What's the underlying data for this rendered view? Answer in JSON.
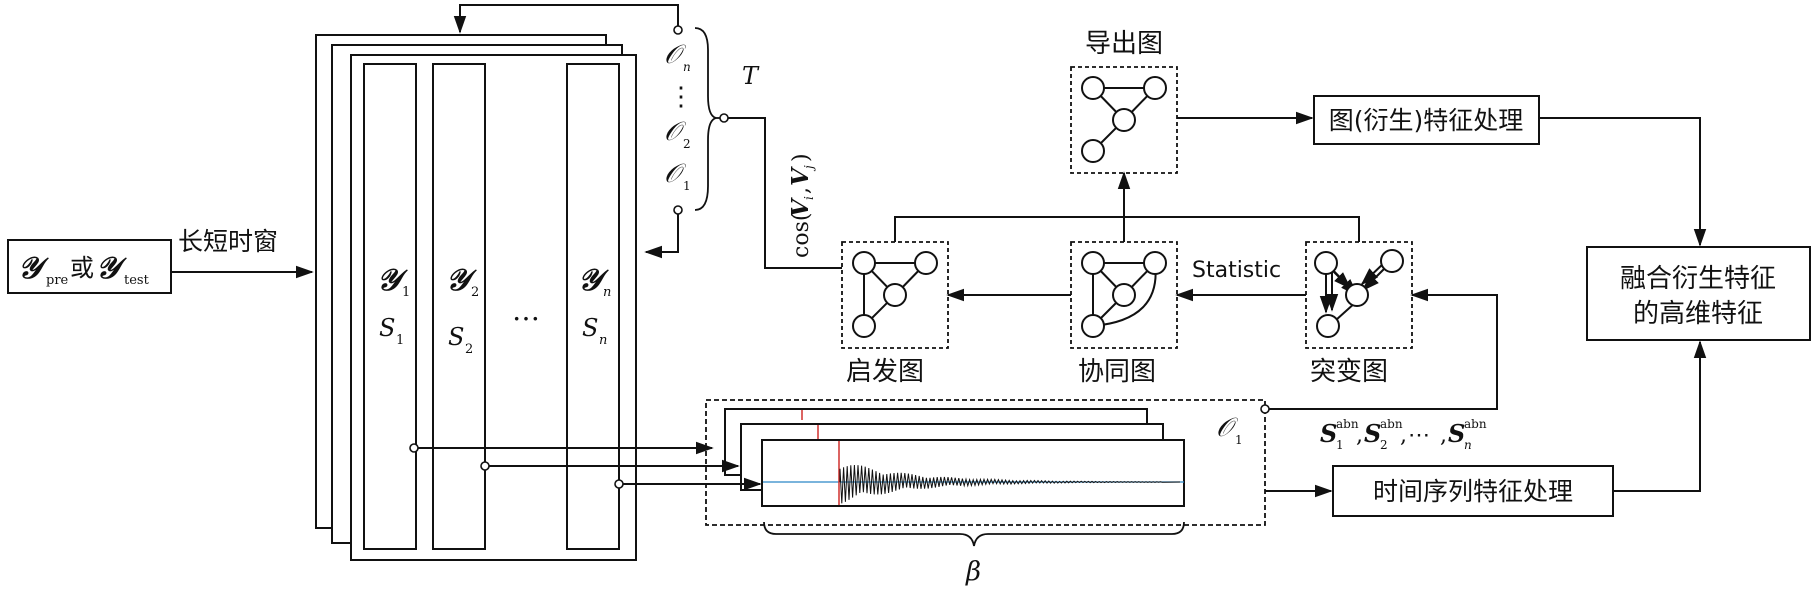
{
  "input": {
    "y_pre_sub": "pre",
    "or_text": "或",
    "y_test_sub": "test",
    "y_script": "𝒴"
  },
  "arrow_label": "长短时窗",
  "windows": [
    {
      "y_sub": "1",
      "s_sub": "1"
    },
    {
      "y_sub": "2",
      "s_sub": "2"
    },
    {
      "y_sub": "n",
      "s_sub": "n"
    }
  ],
  "ellipsis": "…",
  "vdots": "⋮",
  "o_symbol": "𝒪",
  "o_subs": [
    "n",
    "2",
    "1"
  ],
  "T_label": "T",
  "cos_label": "cos(",
  "cos_vi": "V",
  "cos_i": "i",
  "cos_comma": ",",
  "cos_vj": "V",
  "cos_j": "j",
  "cos_close": ")",
  "graphs": {
    "export": "导出图",
    "heuristic": "启发图",
    "synergy": "协同图",
    "mutation": "突变图"
  },
  "statistic_label": "Statistic",
  "s_abn": {
    "sup": "abn",
    "subs": [
      "1",
      "2",
      "n"
    ],
    "sep": ",",
    "dots": "⋯"
  },
  "O1_label_sub": "1",
  "beta": "β",
  "boxes": {
    "graph_feature": "图(衍生)特征处理",
    "fusion_line1": "融合衍生特征",
    "fusion_line2": "的高维特征",
    "time_series": "时间序列特征处理"
  },
  "colors": {
    "waveform": "#111111",
    "baseline": "#2a86c8",
    "marker": "#d0312d"
  }
}
